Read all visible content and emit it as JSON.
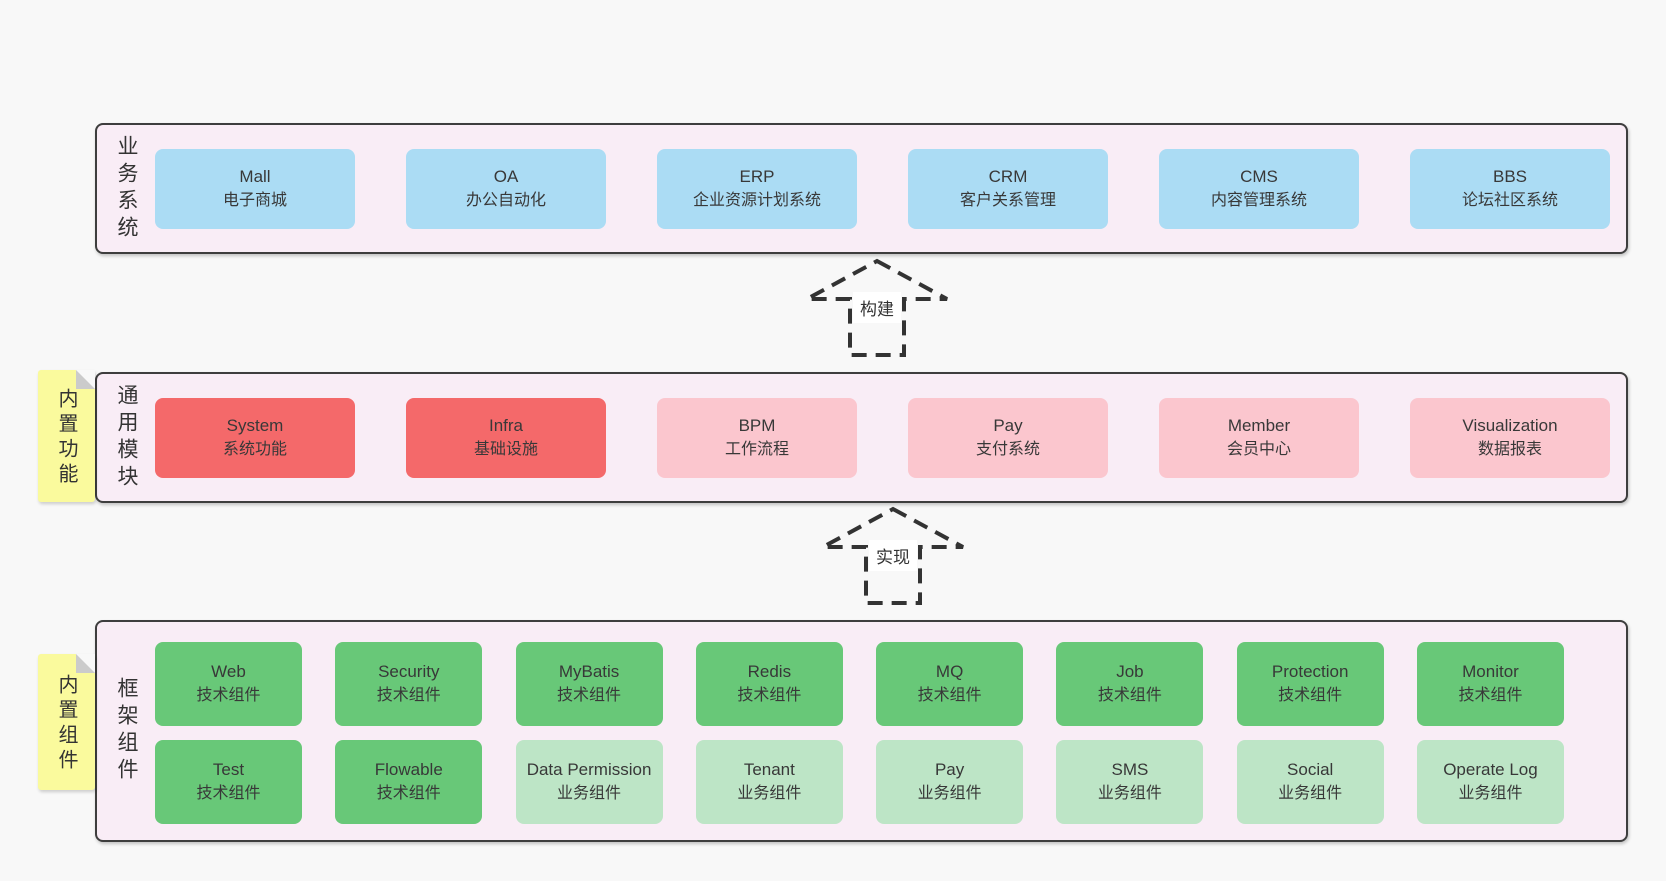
{
  "colors": {
    "page_background": "#f8f8f8",
    "section_background": "#f9edf6",
    "section_border": "#3e3e3e",
    "box_blue": "#abdcf4",
    "box_red": "#f4696a",
    "box_pink": "#fbc6ce",
    "box_green": "#68c878",
    "box_light_green": "#bde5c6",
    "sticky_yellow": "#fafa9d",
    "sticky_fold_gray": "#cbcbcb",
    "text": "#383838"
  },
  "arrows": [
    {
      "label": "构建"
    },
    {
      "label": "实现"
    }
  ],
  "sections": [
    {
      "label": "业务系统",
      "boxes": [
        {
          "name": "Mall",
          "desc": "电子商城",
          "variant": "blue"
        },
        {
          "name": "OA",
          "desc": "办公自动化",
          "variant": "blue"
        },
        {
          "name": "ERP",
          "desc": "企业资源计划系统",
          "variant": "blue"
        },
        {
          "name": "CRM",
          "desc": "客户关系管理",
          "variant": "blue"
        },
        {
          "name": "CMS",
          "desc": "内容管理系统",
          "variant": "blue"
        },
        {
          "name": "BBS",
          "desc": "论坛社区系统",
          "variant": "blue"
        }
      ]
    },
    {
      "label": "通用模块",
      "sticky": "内置功能",
      "boxes": [
        {
          "name": "System",
          "desc": "系统功能",
          "variant": "red"
        },
        {
          "name": "Infra",
          "desc": "基础设施",
          "variant": "red"
        },
        {
          "name": "BPM",
          "desc": "工作流程",
          "variant": "pink"
        },
        {
          "name": "Pay",
          "desc": "支付系统",
          "variant": "pink"
        },
        {
          "name": "Member",
          "desc": "会员中心",
          "variant": "pink"
        },
        {
          "name": "Visualization",
          "desc": "数据报表",
          "variant": "pink"
        }
      ]
    },
    {
      "label": "框架组件",
      "sticky": "内置组件",
      "rows": [
        [
          {
            "name": "Web",
            "desc": "技术组件",
            "variant": "green"
          },
          {
            "name": "Security",
            "desc": "技术组件",
            "variant": "green"
          },
          {
            "name": "MyBatis",
            "desc": "技术组件",
            "variant": "green"
          },
          {
            "name": "Redis",
            "desc": "技术组件",
            "variant": "green"
          },
          {
            "name": "MQ",
            "desc": "技术组件",
            "variant": "green"
          },
          {
            "name": "Job",
            "desc": "技术组件",
            "variant": "green"
          },
          {
            "name": "Protection",
            "desc": "技术组件",
            "variant": "green"
          },
          {
            "name": "Monitor",
            "desc": "技术组件",
            "variant": "green"
          }
        ],
        [
          {
            "name": "Test",
            "desc": "技术组件",
            "variant": "green"
          },
          {
            "name": "Flowable",
            "desc": "技术组件",
            "variant": "green"
          },
          {
            "name": "Data Permission",
            "desc": "业务组件",
            "variant": "lightgreen"
          },
          {
            "name": "Tenant",
            "desc": "业务组件",
            "variant": "lightgreen"
          },
          {
            "name": "Pay",
            "desc": "业务组件",
            "variant": "lightgreen"
          },
          {
            "name": "SMS",
            "desc": "业务组件",
            "variant": "lightgreen"
          },
          {
            "name": "Social",
            "desc": "业务组件",
            "variant": "lightgreen"
          },
          {
            "name": "Operate Log",
            "desc": "业务组件",
            "variant": "lightgreen"
          }
        ]
      ]
    }
  ]
}
